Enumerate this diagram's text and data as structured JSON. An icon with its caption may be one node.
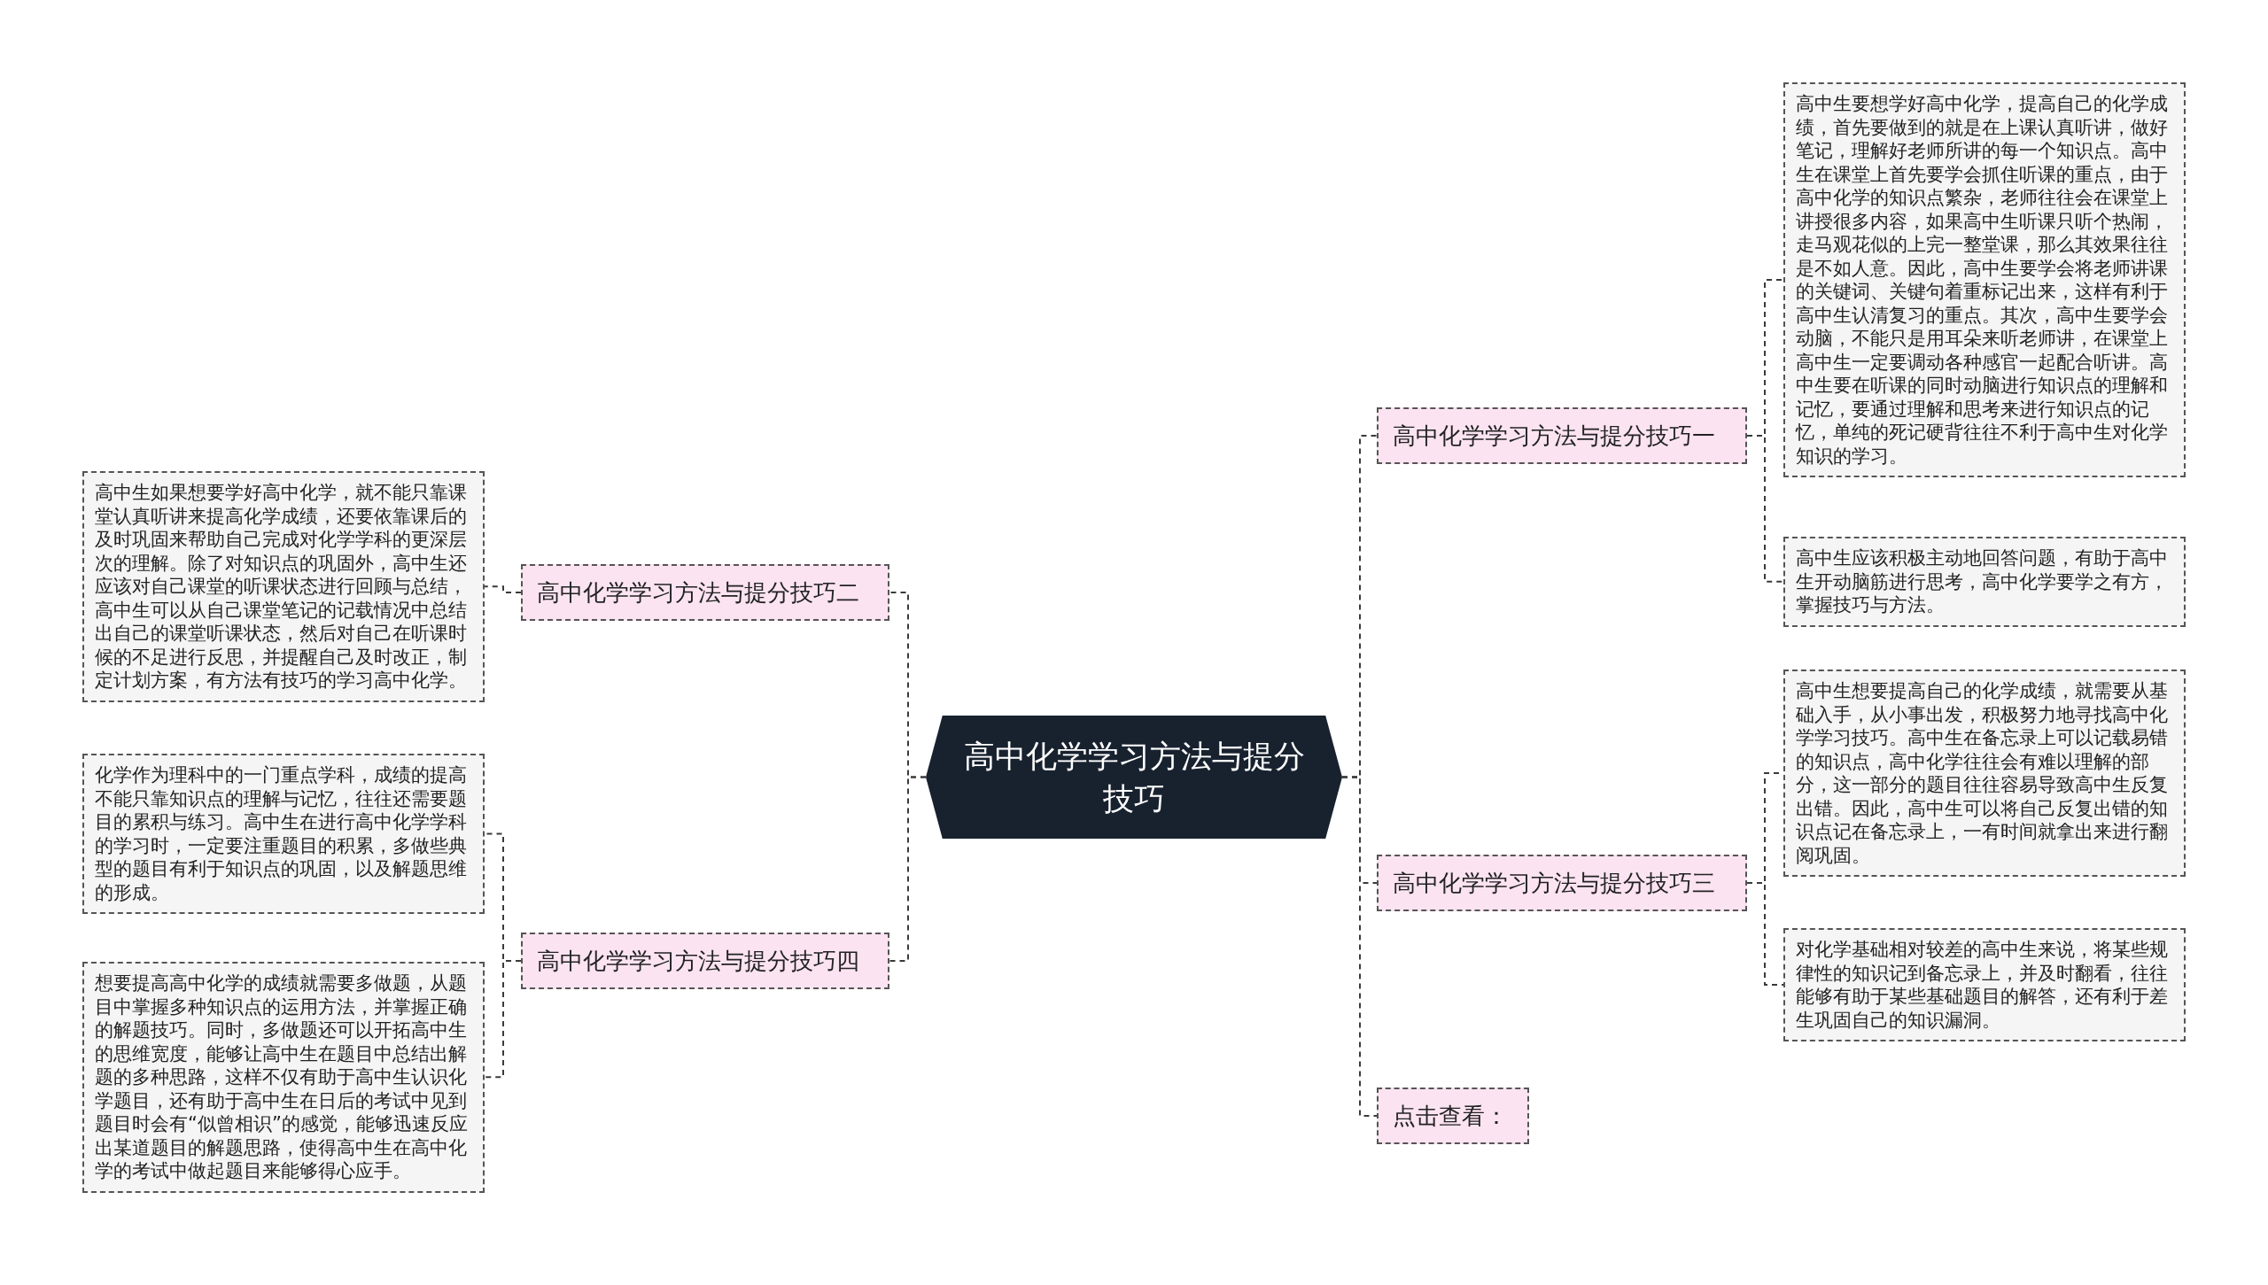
{
  "diagram": {
    "nodes": [
      {
        "text": [
          "高中化学学习方法与提分技巧"
        ]
      },
      {
        "text": [
          "高中化学学习方法与提分技巧一"
        ]
      },
      {
        "text": [
          "高中生要想学好高中化学，提高自己的化学成绩，首先要做到的就是在上课认真听讲，做好笔记，理解好老师所讲的每一个知识点。高中生在课堂上首先要学会抓住听课的重点，由于高中化学的知识点繁杂，老师往往会在课堂上讲授很多内容，如果高中生听课只听个热闹，走马观花似的上完一整堂课，那么其效果往往是不如人意。因此，高中生要学会将老师讲课的关键词、关键句着重标记出来，这样有利于高中生认清复习的重点。其次，高中生要学会动脑，不能只是用耳朵来听老师讲，在课堂上高中生一定要调动各种感官一起配合听讲。高中生要在听课的同时动脑进行知识点的理解和记忆，要通过理解和思考来进行知识点的记忆，单纯的死记硬背往往不利于高中生对化学知识的学习。"
        ]
      },
      {
        "text": [
          "高中生应该积极主动地回答问题，有助于高中生开动脑筋进行思考，高中化学要学之有方，掌握技巧与方法。"
        ]
      },
      {
        "text": [
          "高中化学学习方法与提分技巧三"
        ]
      },
      {
        "text": [
          "高中生想要提高自己的化学成绩，就需要从基础入手，从小事出发，积极努力地寻找高中化学学习技巧。高中生在备忘录上可以记载易错的知识点，高中化学往往会有难以理解的部分，这一部分的题目往往容易导致高中生反复出错。因此，高中生可以将自己反复出错的知识点记在备忘录上，一有时间就拿出来进行翻阅巩固。"
        ]
      },
      {
        "text": [
          "对化学基础相对较差的高中生来说，将某些规律性的知识记到备忘录上，并及时翻看，往往能够有助于某些基础题目的解答，还有利于差生巩固自己的知识漏洞。"
        ]
      },
      {
        "text": [
          "点击查看："
        ]
      },
      {
        "text": [
          "高中化学学习方法与提分技巧二"
        ]
      },
      {
        "text": [
          "高中生如果想要学好高中化学，就不能只靠课堂认真听讲来提高化学成绩，还要依靠课后的及时巩固来帮助自己完成对化学学科的更深层次的理解。除了对知识点的巩固外，高中生还应该对自己课堂的听课状态进行回顾与总结，高中生可以从自己课堂笔记的记载情况中总结出自己的课堂听课状态，然后对自己在听课时候的不足进行反思，并提醒自己及时改正，制定计划方案，有方法有技巧的学习高中化学。"
        ]
      },
      {
        "text": [
          "高中化学学习方法与提分技巧四"
        ]
      },
      {
        "text": [
          "化学作为理科中的一门重点学科，成绩的提高不能只靠知识点的理解与记忆，往往还需要题目的累积与练习。高中生在进行高中化学学科的学习时，一定要注重题目的积累，多做些典型的题目有利于知识点的巩固，以及解题思维的形成。"
        ]
      },
      {
        "text": [
          "想要提高高中化学的成绩就需要多做题，从题目中掌握多种知识点的运用方法，并掌握正确的解题技巧。同时，多做题还可以开拓高中生的思维宽度，能够让高中生在题目中总结出解题的多种思路，这样不仅有助于高中生认识化学题目，还有助于高中生在日后的考试中见到题目时会有“似曾相识”的感觉，能够迅速反应出某道题目的解题思路，使得高中生在高中化学的考试中做起题目来能够得心应手。"
        ]
      }
    ],
    "edges": [
      {
        "from": 0,
        "to": 1,
        "arrow": "none",
        "style": "dashed"
      },
      {
        "from": 1,
        "to": 2,
        "arrow": "none",
        "style": "dashed"
      },
      {
        "from": 1,
        "to": 3,
        "arrow": "none",
        "style": "dashed"
      },
      {
        "from": 0,
        "to": 4,
        "arrow": "none",
        "style": "dashed"
      },
      {
        "from": 4,
        "to": 5,
        "arrow": "none",
        "style": "dashed"
      },
      {
        "from": 4,
        "to": 6,
        "arrow": "none",
        "style": "dashed"
      },
      {
        "from": 0,
        "to": 7,
        "arrow": "none",
        "style": "dashed"
      },
      {
        "from": 0,
        "to": 8,
        "arrow": "none",
        "style": "dashed"
      },
      {
        "from": 8,
        "to": 9,
        "arrow": "none",
        "style": "dashed"
      },
      {
        "from": 0,
        "to": 10,
        "arrow": "none",
        "style": "dashed"
      },
      {
        "from": 10,
        "to": 11,
        "arrow": "none",
        "style": "dashed"
      },
      {
        "from": 10,
        "to": 12,
        "arrow": "none",
        "style": "dashed"
      }
    ]
  }
}
